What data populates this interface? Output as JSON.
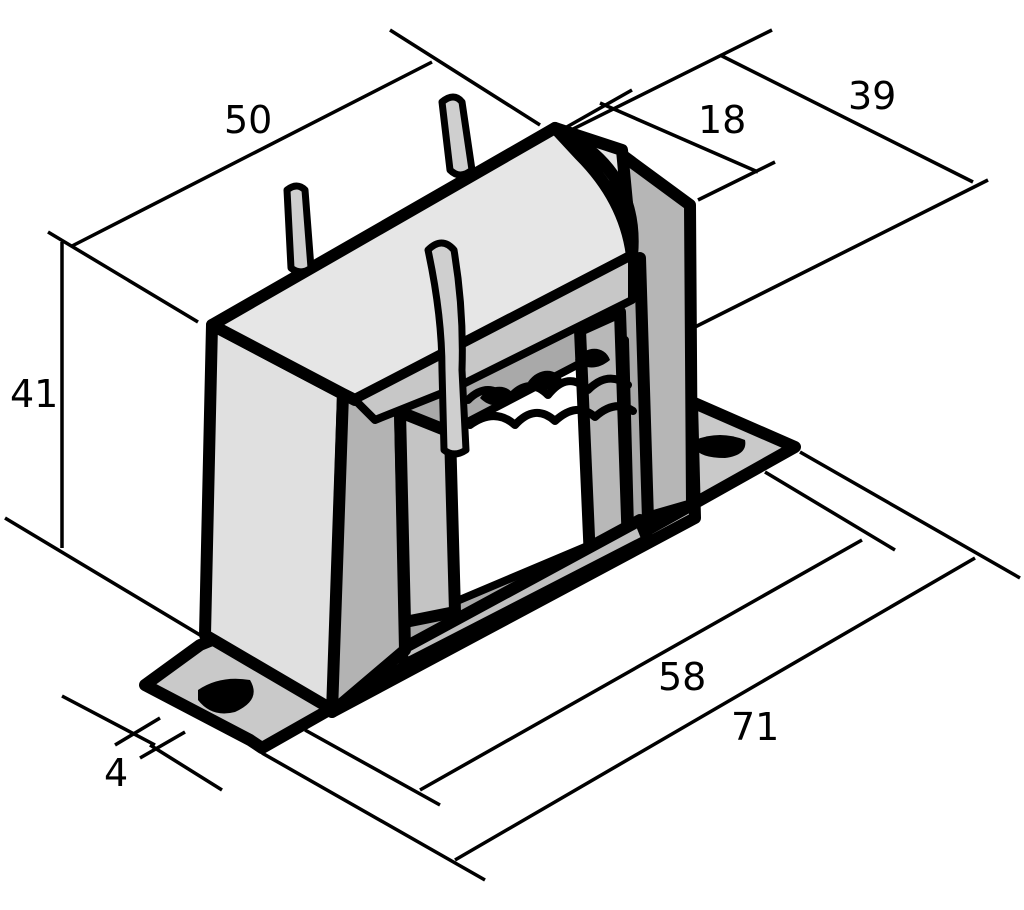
{
  "colors": {
    "stroke": "#000000",
    "body_light": "#e0e0e0",
    "body_mid": "#c2c2c2",
    "body_dark": "#a9a9a9",
    "background": "#ffffff"
  },
  "dimensions": {
    "width_top": "50",
    "height": "41",
    "core_depth": "18",
    "overall_depth": "39",
    "foot_spacing": "58",
    "overall_length": "71",
    "foot_thickness": "4"
  }
}
